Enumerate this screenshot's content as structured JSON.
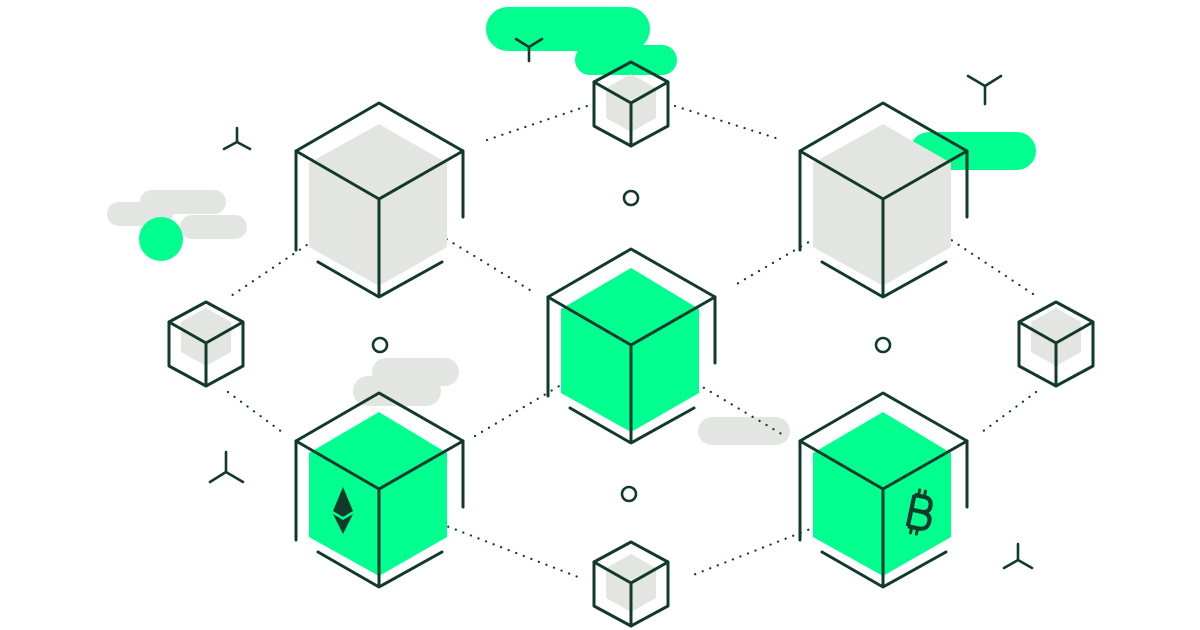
{
  "colors": {
    "outline": "#123a2c",
    "accent_green": "#00ff8f",
    "light_gray": "#e3e5e3",
    "background": "#ffffff"
  },
  "nodes": [
    {
      "name": "cube-top-left",
      "fill": "gray",
      "symbol": ""
    },
    {
      "name": "cube-top-right",
      "fill": "gray",
      "symbol": ""
    },
    {
      "name": "cube-center",
      "fill": "green",
      "symbol": ""
    },
    {
      "name": "cube-bottom-left",
      "fill": "green",
      "symbol": "ethereum-icon"
    },
    {
      "name": "cube-bottom-right",
      "fill": "green",
      "symbol": "bitcoin-icon"
    },
    {
      "name": "cube-small-top",
      "fill": "gray",
      "symbol": ""
    },
    {
      "name": "cube-small-left",
      "fill": "gray",
      "symbol": ""
    },
    {
      "name": "cube-small-right",
      "fill": "gray",
      "symbol": ""
    },
    {
      "name": "cube-small-bottom",
      "fill": "gray",
      "symbol": ""
    }
  ],
  "icons": [
    "ethereum-icon",
    "bitcoin-icon",
    "sparkle-icon",
    "cloud-icon",
    "ring-icon"
  ]
}
